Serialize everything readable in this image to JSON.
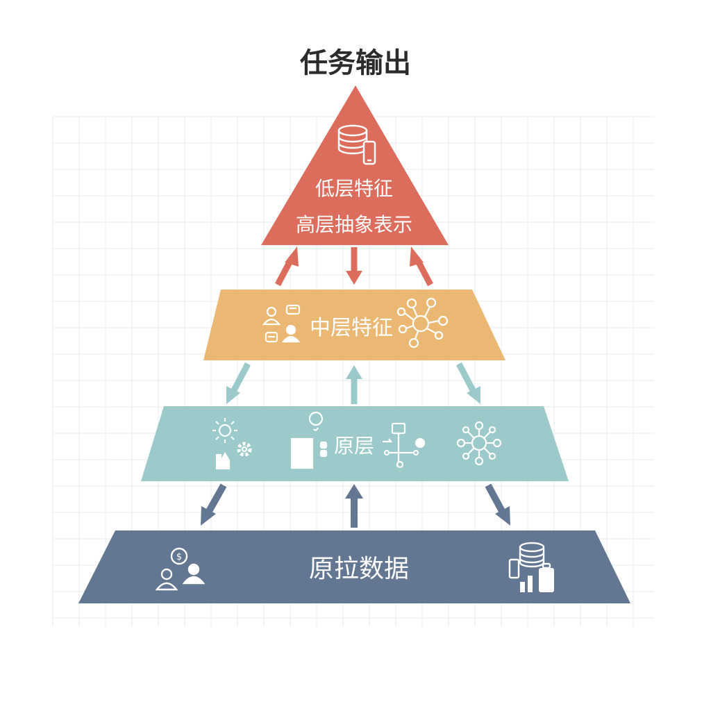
{
  "title": "任务输出",
  "layers": {
    "top": {
      "line1": "低层特征",
      "line2": "高层抽象表示"
    },
    "middle": {
      "label": "中层特征"
    },
    "base": {
      "label": "原层"
    },
    "raw": {
      "label": "原拉数据"
    }
  },
  "colors": {
    "top": "#dc6d5c",
    "middle": "#ebb873",
    "base": "#9ccaca",
    "raw": "#637792",
    "grid": "#e6e8ec",
    "icon": "#ffffff"
  },
  "icons": {
    "top": [
      "database-icon",
      "phone-icon"
    ],
    "middle_left": [
      "user-icon",
      "database-icon",
      "chip-icon",
      "user-icon"
    ],
    "middle_right": [
      "network-icon"
    ],
    "base_left": [
      "sun-icon",
      "gear-icon",
      "chart-icon"
    ],
    "base_center_left": [
      "document-icon",
      "location-pin-icon"
    ],
    "base_center_right": [
      "flowchart-icon"
    ],
    "base_right": [
      "network-icon"
    ],
    "raw_left": [
      "users-money-icon"
    ],
    "raw_right": [
      "database-icon",
      "phone-icon",
      "bar-chart-icon",
      "briefcase-icon"
    ]
  }
}
